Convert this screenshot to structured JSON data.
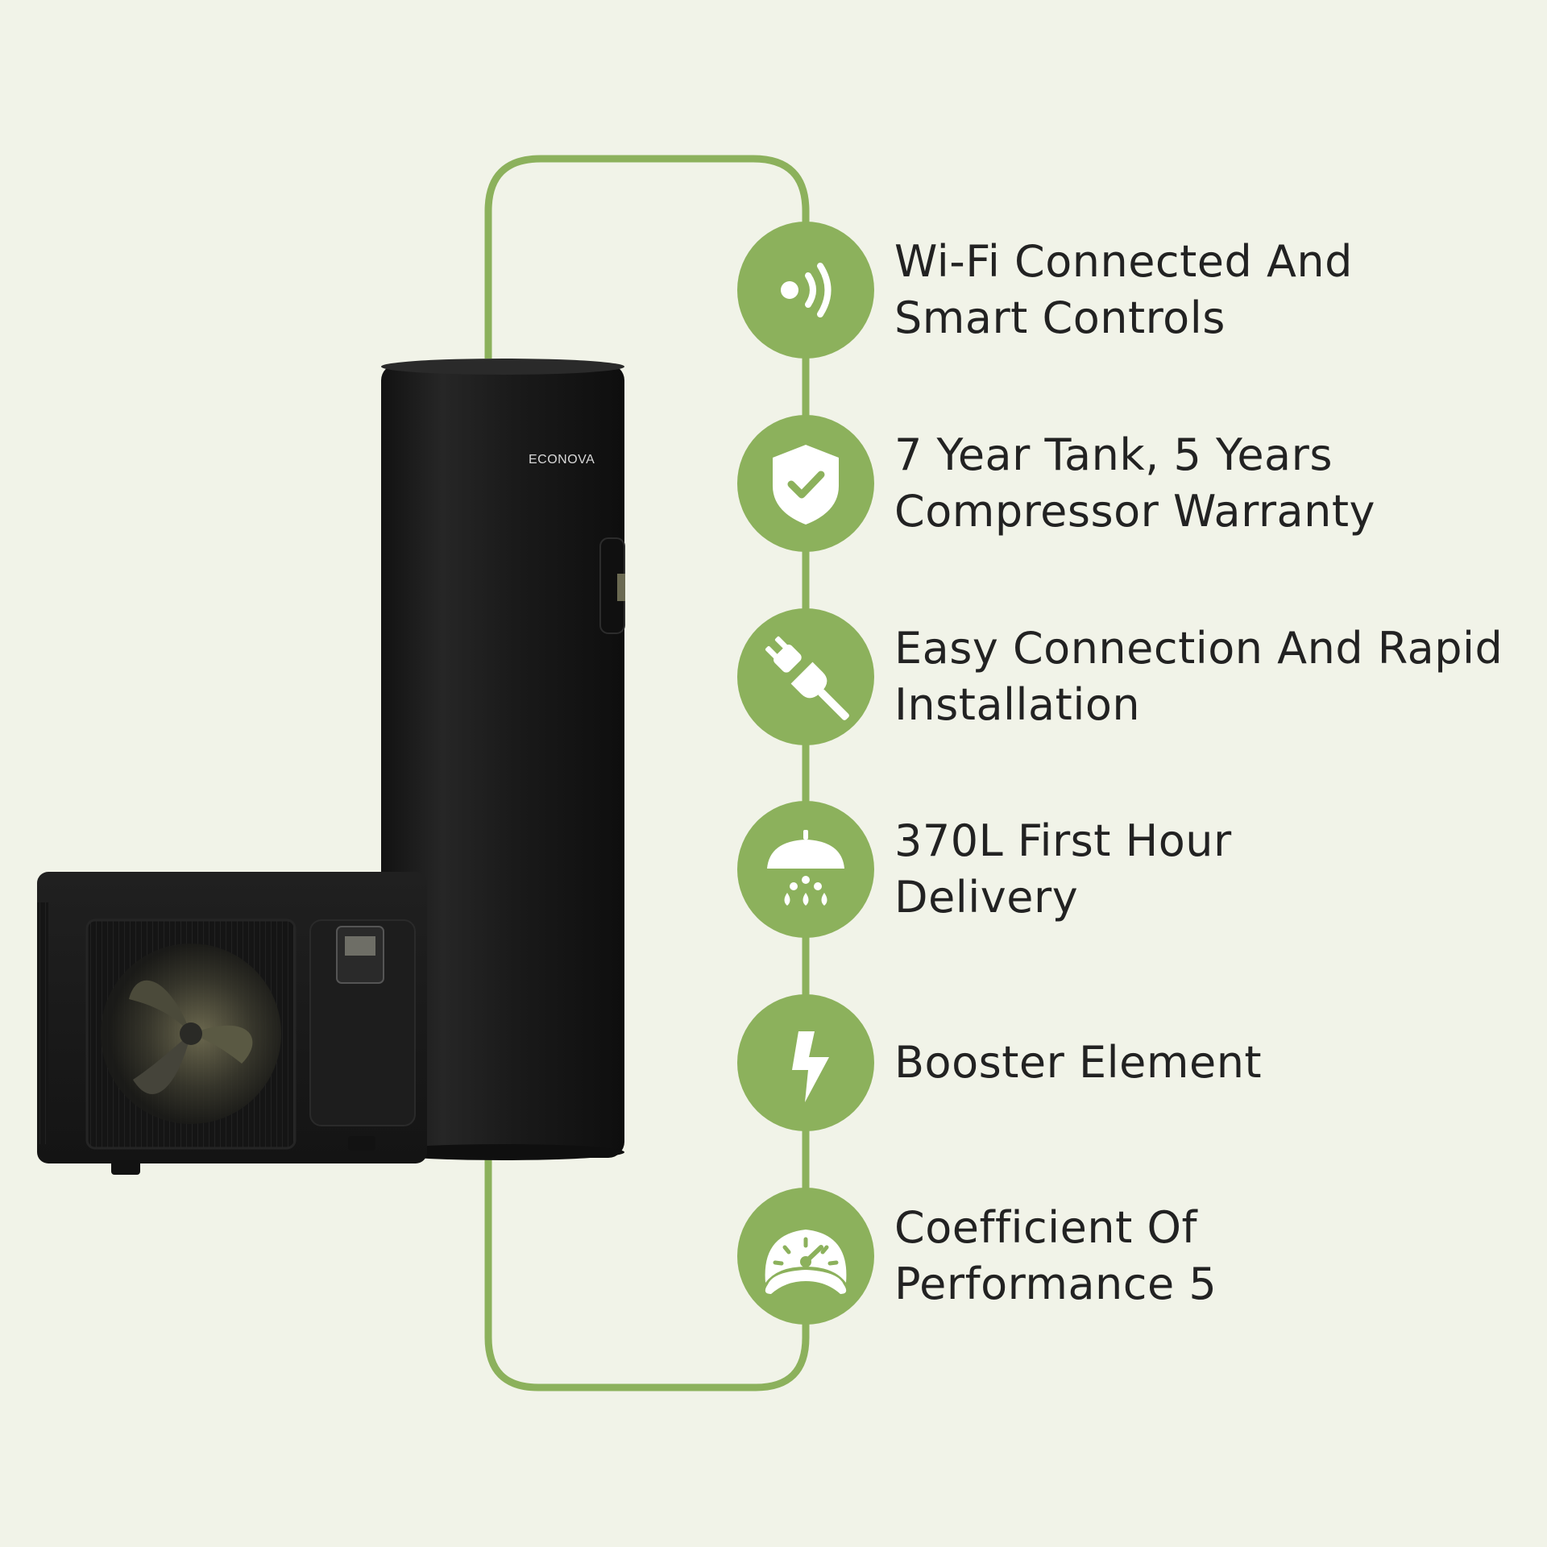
{
  "product": {
    "brand": "ECONOVA"
  },
  "colors": {
    "background": "#f1f3e8",
    "accent_green": "#8cb15c",
    "product_black": "#1b1b1b",
    "text": "#222222"
  },
  "features": [
    {
      "icon": "wifi-signal-icon",
      "line1": "Wi-Fi Connected And",
      "line2": "Smart Controls"
    },
    {
      "icon": "shield-check-icon",
      "line1": "7 Year Tank, 5 Years",
      "line2": "Compressor Warranty"
    },
    {
      "icon": "plug-connection-icon",
      "line1": "Easy Connection And Rapid",
      "line2": "Installation"
    },
    {
      "icon": "shower-icon",
      "line1": "370L First Hour",
      "line2": "Delivery"
    },
    {
      "icon": "lightning-bolt-icon",
      "line1": "Booster Element",
      "line2": ""
    },
    {
      "icon": "speedometer-icon",
      "line1": "Coefficient Of",
      "line2": "Performance 5"
    }
  ]
}
